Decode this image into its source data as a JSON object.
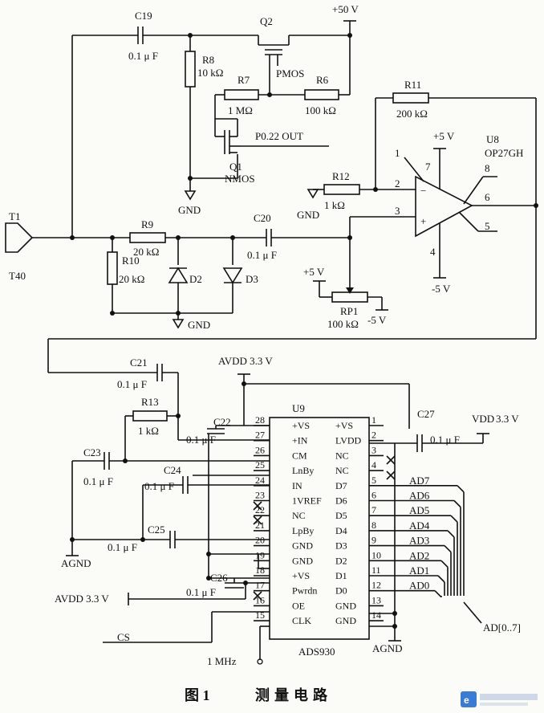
{
  "caption": {
    "num": "图 1",
    "title": "测量电路"
  },
  "supply": {
    "v50": "+50 V",
    "p5": "+5 V",
    "m5": "-5 V",
    "avdd": "AVDD 3.3 V",
    "vdd": "3.3 V"
  },
  "labels": {
    "C19": "C19",
    "C19v": "0.1 μ F",
    "Q2": "Q2",
    "PMOS": "PMOS",
    "R8": "R8",
    "R8v": "10 kΩ",
    "R7": "R7",
    "R7v": "1 MΩ",
    "R6": "R6",
    "R6v": "100 kΩ",
    "R11": "R11",
    "R11v": "200 kΩ",
    "P022": "P0.22 OUT",
    "Q1": "Q1",
    "NMOS": "NMOS",
    "GND": "GND",
    "AGND": "AGND",
    "U8": "U8",
    "op27": "OP27GH",
    "R12": "R12",
    "R12v": "1 kΩ",
    "T1": "T1",
    "T40": "T40",
    "R9": "R9",
    "R9v": "20 kΩ",
    "R10": "R10",
    "R10v": "20 kΩ",
    "D2": "D2",
    "D3": "D3",
    "C20": "C20",
    "C20v": "0.1 μ F",
    "RP1": "RP1",
    "RP1v": "100 kΩ",
    "C21": "C21",
    "C21v": "0.1 μ F",
    "R13": "R13",
    "R13v": "1 kΩ",
    "C22": "C22",
    "C22v": "0.1 μ F",
    "C23": "C23",
    "C23v": "0.1 μ F",
    "C24": "C24",
    "C24v": "0.1 μ F",
    "C25": "C25",
    "C25v": "0.1 μ F",
    "C26": "C26",
    "C26v": "0.1 μ F",
    "C27": "C27",
    "C27v": "0.1 μ F",
    "U9": "U9",
    "ads": "ADS930",
    "VDD": "VDD",
    "CS": "CS",
    "clk": "1 MHz",
    "bus": "AD[0..7]"
  },
  "op_pins": [
    "1",
    "2",
    "3",
    "4",
    "5",
    "6",
    "7",
    "8"
  ],
  "left_pins": [
    {
      "num": "28",
      "name": "+VS"
    },
    {
      "num": "27",
      "name": "+IN"
    },
    {
      "num": "26",
      "name": "CM"
    },
    {
      "num": "25",
      "name": "LnBy"
    },
    {
      "num": "24",
      "name": "IN"
    },
    {
      "num": "23",
      "name": "1VREF"
    },
    {
      "num": "22",
      "name": "NC"
    },
    {
      "num": "21",
      "name": "LpBy"
    },
    {
      "num": "20",
      "name": "GND"
    },
    {
      "num": "19",
      "name": "GND"
    },
    {
      "num": "18",
      "name": "+VS"
    },
    {
      "num": "17",
      "name": "Pwrdn"
    },
    {
      "num": "16",
      "name": "OE"
    },
    {
      "num": "15",
      "name": "CLK"
    }
  ],
  "right_pins": [
    {
      "num": "1",
      "name": "+VS"
    },
    {
      "num": "2",
      "name": "LVDD"
    },
    {
      "num": "3",
      "name": "NC"
    },
    {
      "num": "4",
      "name": "NC"
    },
    {
      "num": "5",
      "name": "D7"
    },
    {
      "num": "6",
      "name": "D6"
    },
    {
      "num": "7",
      "name": "D5"
    },
    {
      "num": "8",
      "name": "D4"
    },
    {
      "num": "9",
      "name": "D3"
    },
    {
      "num": "10",
      "name": "D2"
    },
    {
      "num": "11",
      "name": "D1"
    },
    {
      "num": "12",
      "name": "D0"
    },
    {
      "num": "13",
      "name": "GND"
    },
    {
      "num": "14",
      "name": "GND"
    }
  ],
  "ad_lines": [
    "AD7",
    "AD6",
    "AD5",
    "AD4",
    "AD3",
    "AD2",
    "AD1",
    "AD0"
  ]
}
